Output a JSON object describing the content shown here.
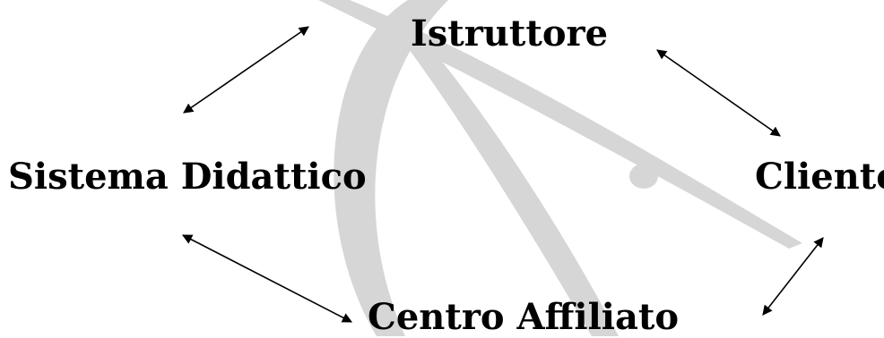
{
  "diagram": {
    "nodes": {
      "istruttore": "Istruttore",
      "sistema_didattico": "Sistema Didattico",
      "cliente": "Cliente",
      "centro_affiliato": "Centro Affiliato"
    },
    "edges": [
      {
        "from": "Sistema Didattico",
        "to": "Istruttore",
        "direction": "both"
      },
      {
        "from": "Istruttore",
        "to": "Cliente",
        "direction": "both"
      },
      {
        "from": "Sistema Didattico",
        "to": "Centro Affiliato",
        "direction": "both"
      },
      {
        "from": "Cliente",
        "to": "Centro Affiliato",
        "direction": "both"
      }
    ],
    "colors": {
      "text": "#000000",
      "arrow": "#000000",
      "watermark": "#d6d6d6"
    },
    "watermark_icon": "fish-logo-icon"
  }
}
